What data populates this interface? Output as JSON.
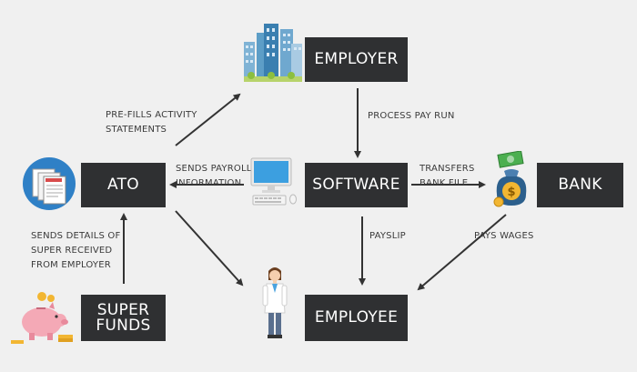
{
  "nodes": {
    "employer": "EMPLOYER",
    "ato": "ATO",
    "software": "SOFTWARE",
    "bank": "BANK",
    "super_funds": [
      "SUPER",
      "FUNDS"
    ],
    "employee": "EMPLOYEE"
  },
  "labels": {
    "prefills": [
      "PRE-FILLS ACTIVITY",
      "STATEMENTS"
    ],
    "process_pay_run": "PROCESS PAY RUN",
    "sends_payroll": [
      "SENDS PAYROLL",
      "INFORMATION"
    ],
    "transfers_bank_file": [
      "TRANSFERS",
      "BANK FILE"
    ],
    "sends_details": [
      "SENDS DETAILS OF",
      "SUPER RECEIVED",
      "FROM EMPLOYER"
    ],
    "payslip": "PAYSLIP",
    "pays_wages": "PAYS WAGES"
  },
  "colors": {
    "background": "#f0f0f0",
    "node_fill": "#2f3032",
    "node_text": "#ffffff",
    "arrow": "#333333",
    "label_text": "#3a3a3a"
  },
  "icons": [
    "buildings-icon",
    "documents-icon",
    "computer-icon",
    "money-bag-icon",
    "piggy-bank-icon",
    "employee-person-icon"
  ]
}
